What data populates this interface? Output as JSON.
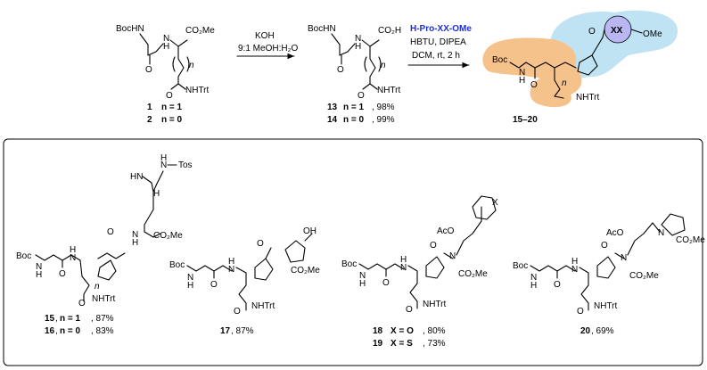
{
  "colors": {
    "reagent_blue": "#1f2fd6",
    "orange_highlight": "#f6c28c",
    "blue_highlight": "#bfe3f3",
    "xx_circle": "#b9b7f2"
  },
  "scheme": {
    "sm": {
      "boc_hn": "BocHN",
      "co2me": "CO₂Me",
      "nhtrt": "NHTrt",
      "n_sub": "n",
      "nh": "N",
      "h": "H",
      "labels": [
        {
          "num": "1",
          "cond": "n = 1"
        },
        {
          "num": "2",
          "cond": "n = 0"
        }
      ]
    },
    "step1": {
      "reagent": "KOH",
      "solvent": "9:1 MeOH:H₂O"
    },
    "acid": {
      "boc_hn": "BocHN",
      "co2h": "CO₂H",
      "nhtrt": "NHTrt",
      "n_sub": "n",
      "nh": "N",
      "h": "H",
      "labels": [
        {
          "num": "13",
          "cond": "n = 1",
          "yield": ", 98%"
        },
        {
          "num": "14",
          "cond": "n = 0",
          "yield": ", 99%"
        }
      ]
    },
    "step2": {
      "reagent": "H-Pro-XX-OMe",
      "coupling": "HBTU, DIPEA",
      "conditions": "DCM, rt, 2 h"
    },
    "product": {
      "boc": "Boc",
      "xx": "XX",
      "ome": "OMe",
      "nhtrt": "NHTrt",
      "n_sub": "n",
      "label": "15–20"
    }
  },
  "compounds": [
    {
      "id": "15",
      "n": "n = 1",
      "yield": ", 87%"
    },
    {
      "id": "16",
      "n": "n = 0",
      "yield": ", 83%"
    },
    {
      "id": "17",
      "yield": ", 87%"
    },
    {
      "id": "18",
      "x": "X = O",
      "yield": ", 80%"
    },
    {
      "id": "19",
      "x": "X = S",
      "yield": ", 73%"
    },
    {
      "id": "20",
      "yield": ", 69%"
    }
  ],
  "atom_labels": {
    "boc": "Boc",
    "nh_n": "N",
    "h": "H",
    "nhtrt": "NHTrt",
    "co2me": "CO₂Me",
    "tos": "Tos",
    "hn": "HN",
    "oh": "OH",
    "aco": "AcO",
    "x": "X",
    "n_sub": "n",
    "n_atom": "N"
  }
}
